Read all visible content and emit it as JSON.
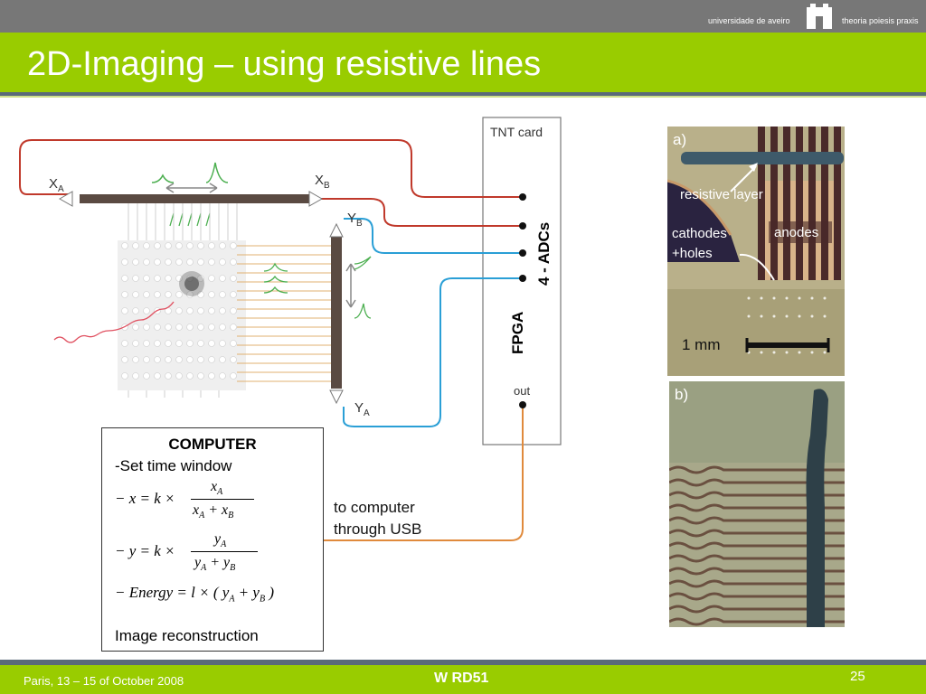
{
  "header": {
    "university": "universidade de aveiro",
    "motto": "theoria poiesis praxis",
    "title": "2D-Imaging – using resistive lines"
  },
  "diagram": {
    "tnt_card": "TNT card",
    "adcs": "4 - ADCs",
    "fpga": "FPGA",
    "out": "out",
    "xa": "X",
    "xa_sub": "A",
    "xb": "X",
    "xb_sub": "B",
    "yb": "Y",
    "yb_sub": "B",
    "ya": "Y",
    "ya_sub": "A",
    "to_computer_1": "to computer",
    "to_computer_2": "through USB"
  },
  "computer": {
    "title": "COMPUTER",
    "line1": "-Set time window",
    "eq_x_lhs": "− x = k ×",
    "eq_x_num": "x",
    "eq_x_num_sub": "A",
    "eq_x_den": "x",
    "eq_x_den_sub1": "A",
    "eq_x_den_plus": " + x",
    "eq_x_den_sub2": "B",
    "eq_y_lhs": "− y = k ×",
    "eq_y_num": "y",
    "eq_y_num_sub": "A",
    "eq_y_den": "y",
    "eq_y_den_sub1": "A",
    "eq_y_den_plus": " + y",
    "eq_y_den_sub2": "B",
    "eq_energy": "− Energy = l × ( y",
    "eq_energy_sub1": "A",
    "eq_energy_plus": " + y",
    "eq_energy_sub2": "B",
    "eq_energy_close": " )",
    "footer_line": "Image reconstruction"
  },
  "photos": {
    "a_label": "a)",
    "resistive_layer": "resistive layer",
    "cathodes_1": "cathodes",
    "cathodes_2": "+holes",
    "anodes": "anodes",
    "scale": "1 mm",
    "b_label": "b)"
  },
  "footer": {
    "place_date": "Paris, 13 – 15 of October 2008",
    "event": "W RD51",
    "page": "25"
  },
  "colors": {
    "green": "#99cc00",
    "grey": "#777777",
    "red_line": "#c0392b",
    "blue_line": "#2a9fd6",
    "orange_line": "#e08a3c"
  }
}
